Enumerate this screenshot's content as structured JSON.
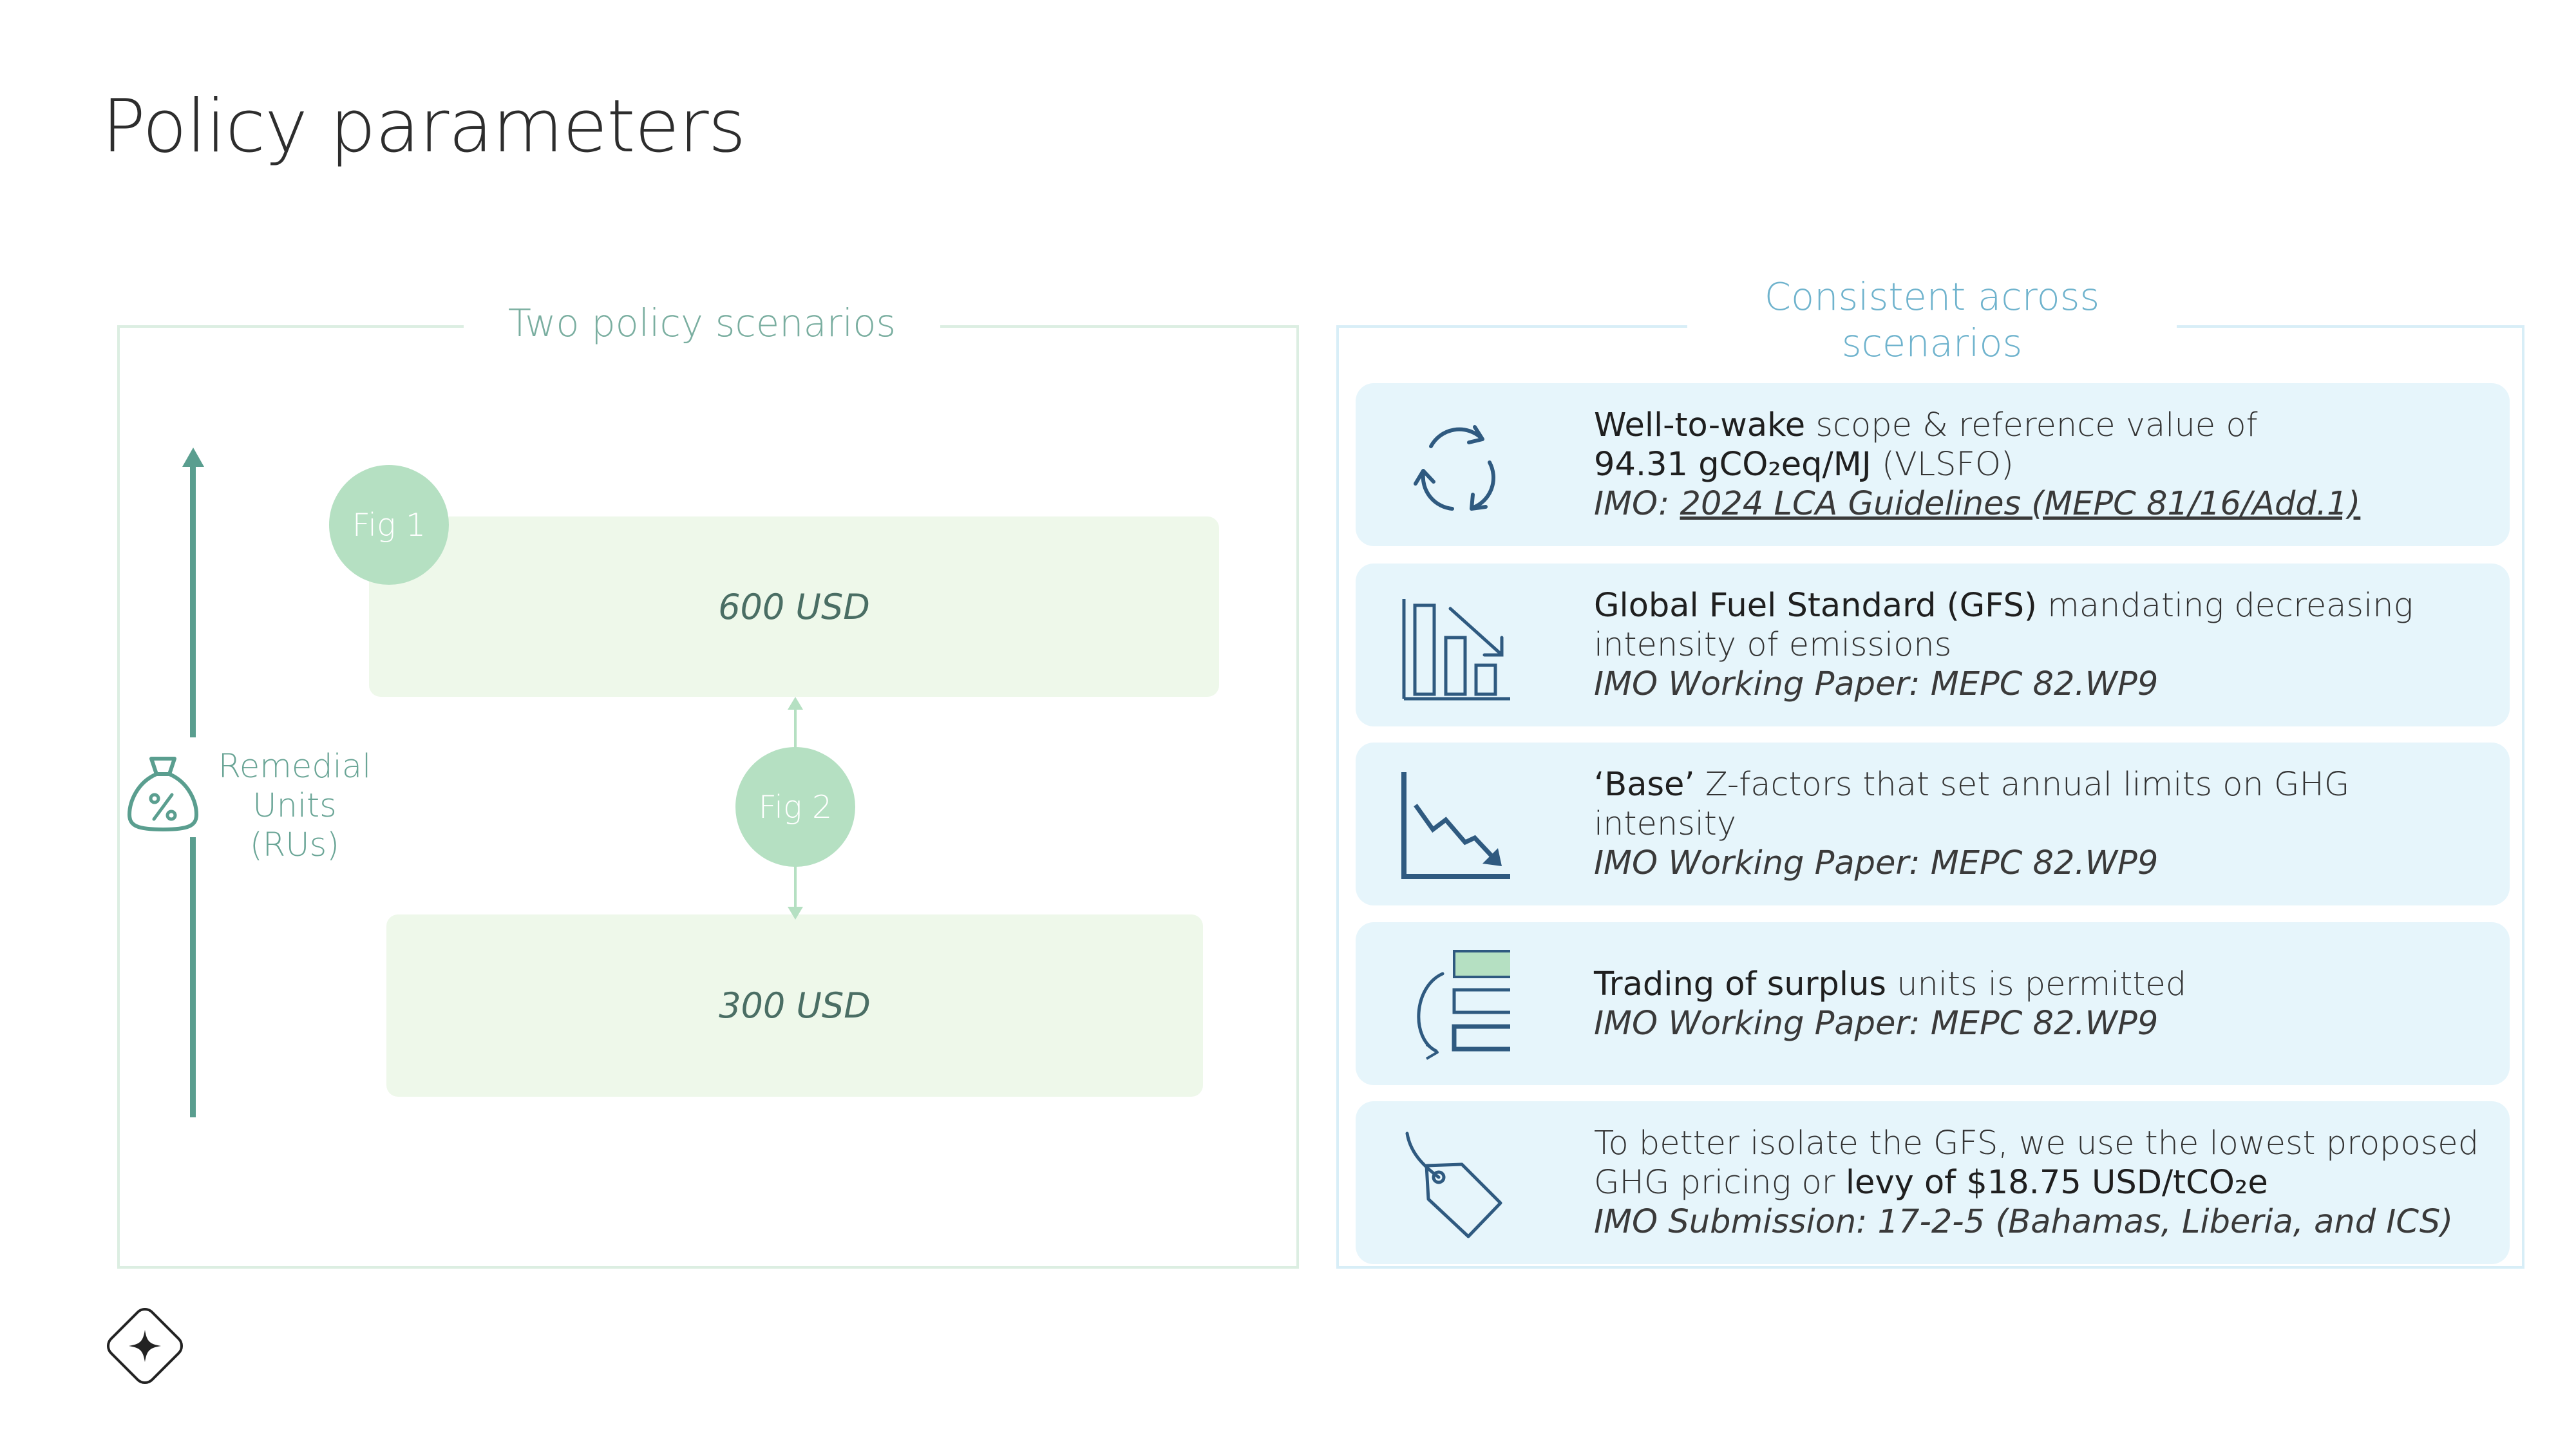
{
  "page": {
    "title": "Policy parameters"
  },
  "left_panel": {
    "heading": "Two policy scenarios",
    "axis_label_line1": "Remedial",
    "axis_label_line2": "Units (RUs)",
    "fig1_label": "Fig 1",
    "fig2_label": "Fig 2",
    "price_high": "600 USD",
    "price_low": "300 USD"
  },
  "right_panel": {
    "heading_line1": "Consistent across",
    "heading_line2": "scenarios",
    "cards": [
      {
        "icon": "cycle-arrows-icon",
        "highlight": "Well-to-wake",
        "text_rest": " scope & reference value of",
        "line2": "94.31 gCO₂eq/MJ",
        "line2_rest": " (VLSFO)",
        "source_prefix": "IMO: ",
        "source_link": "2024 LCA Guidelines (MEPC 81/16/Add.1)"
      },
      {
        "icon": "decreasing-bars-icon",
        "highlight": "Global Fuel Standard (GFS)",
        "text_rest": " mandating decreasing intensity of emissions",
        "source": "IMO Working Paper: MEPC 82.WP9"
      },
      {
        "icon": "downtrend-chart-icon",
        "highlight": "‘Base’",
        "text_rest": " Z-factors that set annual limits on GHG intensity",
        "source": "IMO Working Paper: MEPC 82.WP9"
      },
      {
        "icon": "transfer-stack-icon",
        "highlight": "Trading of surplus",
        "text_rest": " units is permitted",
        "source": "IMO Working Paper: MEPC 82.WP9"
      },
      {
        "icon": "price-tag-icon",
        "text_pre": "To better isolate the GFS, we use the lowest proposed GHG pricing or ",
        "highlight": "levy of $18.75 USD/tCO₂e",
        "source": "IMO Submission:  17-2-5 (Bahamas, Liberia, and ICS)"
      }
    ]
  },
  "colors": {
    "green_accent": "#5a9e8f",
    "green_light": "#eef8ea",
    "green_circle": "#b5e0c2",
    "blue_card": "#e6f5fb",
    "blue_icon": "#2f5a80"
  },
  "logo": {
    "icon": "sparkle-diamond-icon"
  }
}
